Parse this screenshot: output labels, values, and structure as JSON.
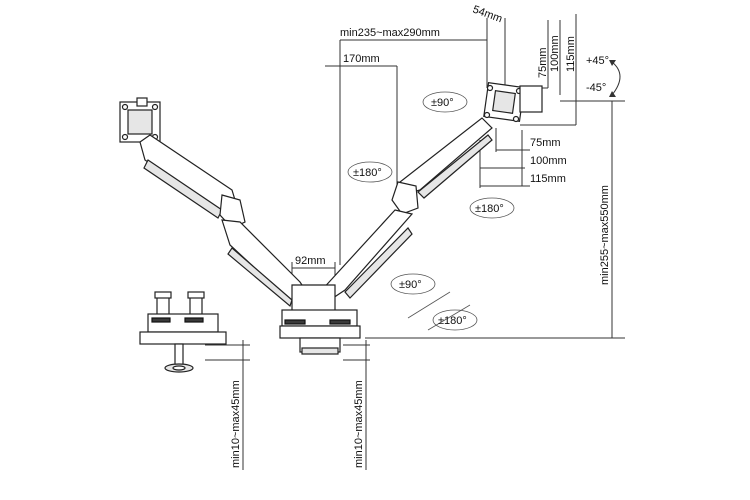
{
  "dimensions": {
    "vesa_offset": "54mm",
    "arm_reach": "min235~max290mm",
    "arm_170": "170mm",
    "vesa_75_top": "75mm",
    "vesa_100_top": "100mm",
    "vesa_115_top": "115mm",
    "vesa_75_side": "75mm",
    "vesa_100_side": "100mm",
    "vesa_115_side": "115mm",
    "pole_gap": "92mm",
    "height_range": "min255~max550mm",
    "clamp_left": "min10~max45mm",
    "clamp_center": "min10~max45mm"
  },
  "rotations": {
    "tilt_up": "+45°",
    "tilt_down": "-45°",
    "rotate_90_top": "±90°",
    "swivel_180_left": "±180°",
    "swivel_180_right": "±180°",
    "swivel_90_bottom": "±90°",
    "swivel_180_bottom": "±180°"
  }
}
